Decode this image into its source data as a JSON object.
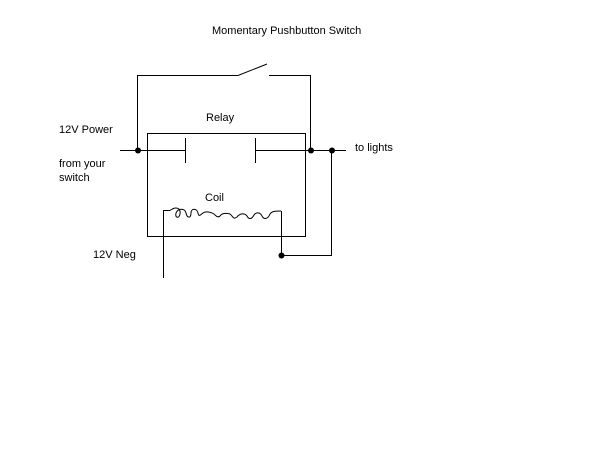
{
  "diagram": {
    "title": "Momentary Pushbutton Switch",
    "relay_label": "Relay",
    "coil_label": "Coil",
    "power_label": "12V Power",
    "from_switch_line1": "from your",
    "from_switch_line2": "switch",
    "lights_label": "to lights",
    "neg_label": "12V Neg"
  },
  "colors": {
    "background": "#ffffff",
    "ink": "#000000"
  }
}
